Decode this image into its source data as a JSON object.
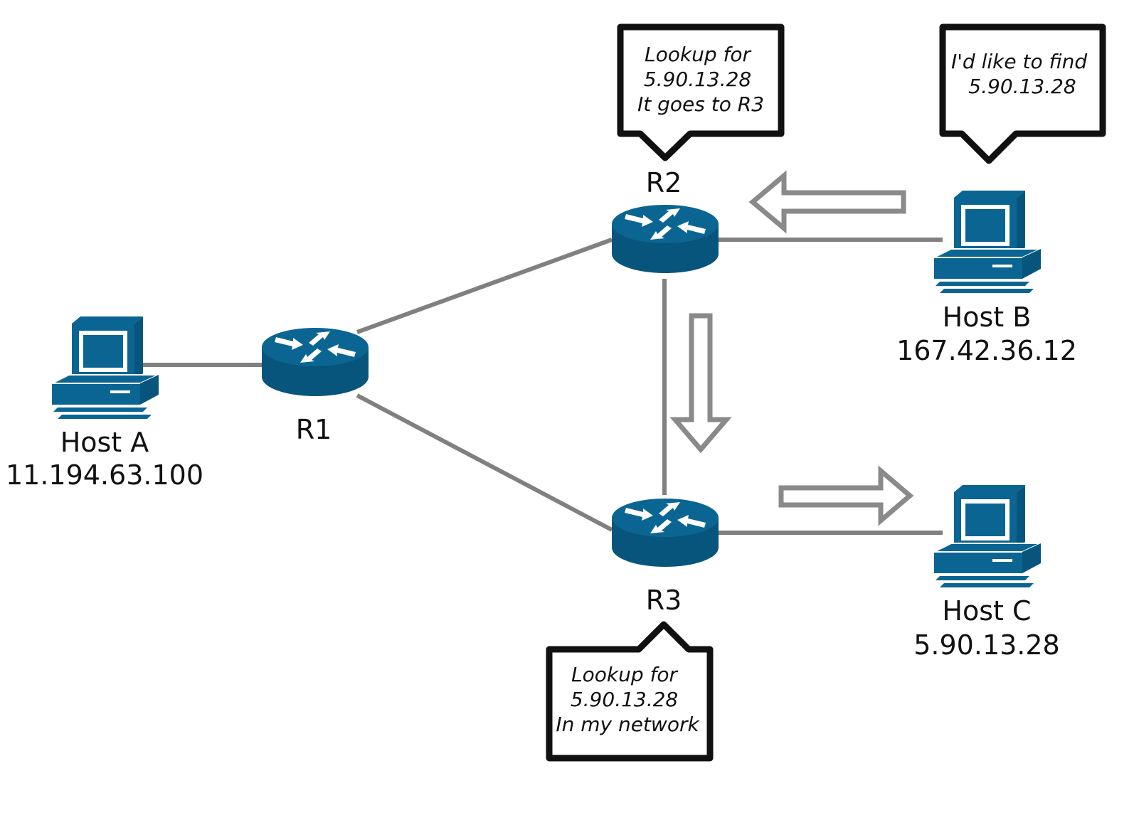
{
  "colors": {
    "device": "#0a6592",
    "device_dark": "#07557c",
    "link": "#808080",
    "arrow": "#8a8a8a",
    "bubble_border": "#111111"
  },
  "hosts": {
    "a": {
      "name": "Host A",
      "ip": "11.194.63.100",
      "icon": "computer-icon"
    },
    "b": {
      "name": "Host B",
      "ip": "167.42.36.12",
      "icon": "computer-icon"
    },
    "c": {
      "name": "Host C",
      "ip": "5.90.13.28",
      "icon": "computer-icon"
    }
  },
  "routers": {
    "r1": {
      "name": "R1",
      "icon": "router-icon"
    },
    "r2": {
      "name": "R2",
      "icon": "router-icon"
    },
    "r3": {
      "name": "R3",
      "icon": "router-icon"
    }
  },
  "bubbles": {
    "host_b": {
      "lines": [
        "I'd like to find",
        "5.90.13.28"
      ]
    },
    "r2": {
      "lines": [
        "Lookup for",
        "5.90.13.28",
        "It goes to R3"
      ]
    },
    "r3": {
      "lines": [
        "Lookup for",
        "5.90.13.28",
        "In my network"
      ]
    }
  },
  "arrows": [
    "left-arrow-icon",
    "down-arrow-icon",
    "right-arrow-icon"
  ]
}
